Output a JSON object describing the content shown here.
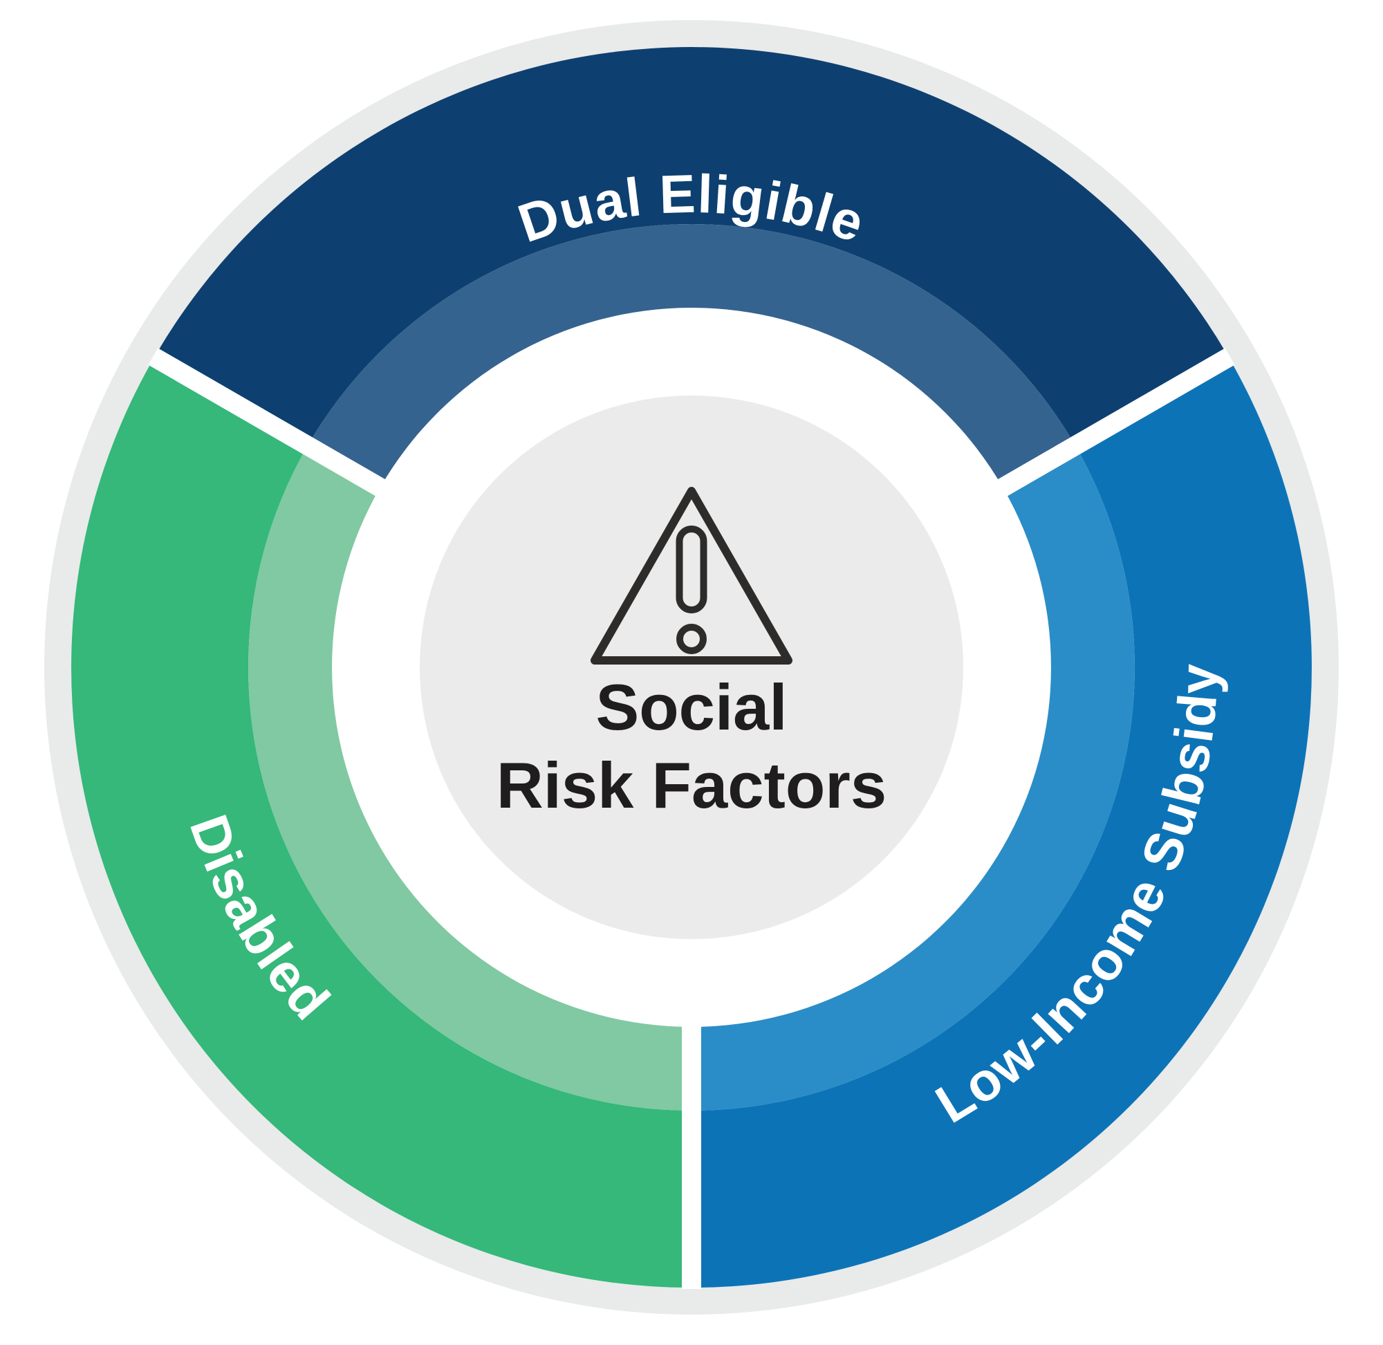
{
  "diagram": {
    "name": "Social Risk Factors wheel",
    "center": {
      "icon": "warning-triangle-icon",
      "title_line1": "Social",
      "title_line2": "Risk Factors",
      "circle_color": "#ebebeb",
      "text_color": "#1f1d1e",
      "icon_color": "#2d2c2b"
    },
    "ring": {
      "outer_border_color": "#e9eaea",
      "inner_face_color": "#ffffff",
      "gap_color": "#ffffff",
      "label_color": "#ffffff"
    },
    "segments": [
      {
        "label": "Dual Eligible",
        "position": "top",
        "outer_color": "#0d4070",
        "inner_color": "#35638f"
      },
      {
        "label": "Low-Income Subsidy",
        "position": "right",
        "outer_color": "#0d73b7",
        "inner_color": "#2a8dc7"
      },
      {
        "label": "Disabled",
        "position": "left",
        "outer_color": "#35b87a",
        "inner_color": "#80c9a2"
      }
    ]
  }
}
